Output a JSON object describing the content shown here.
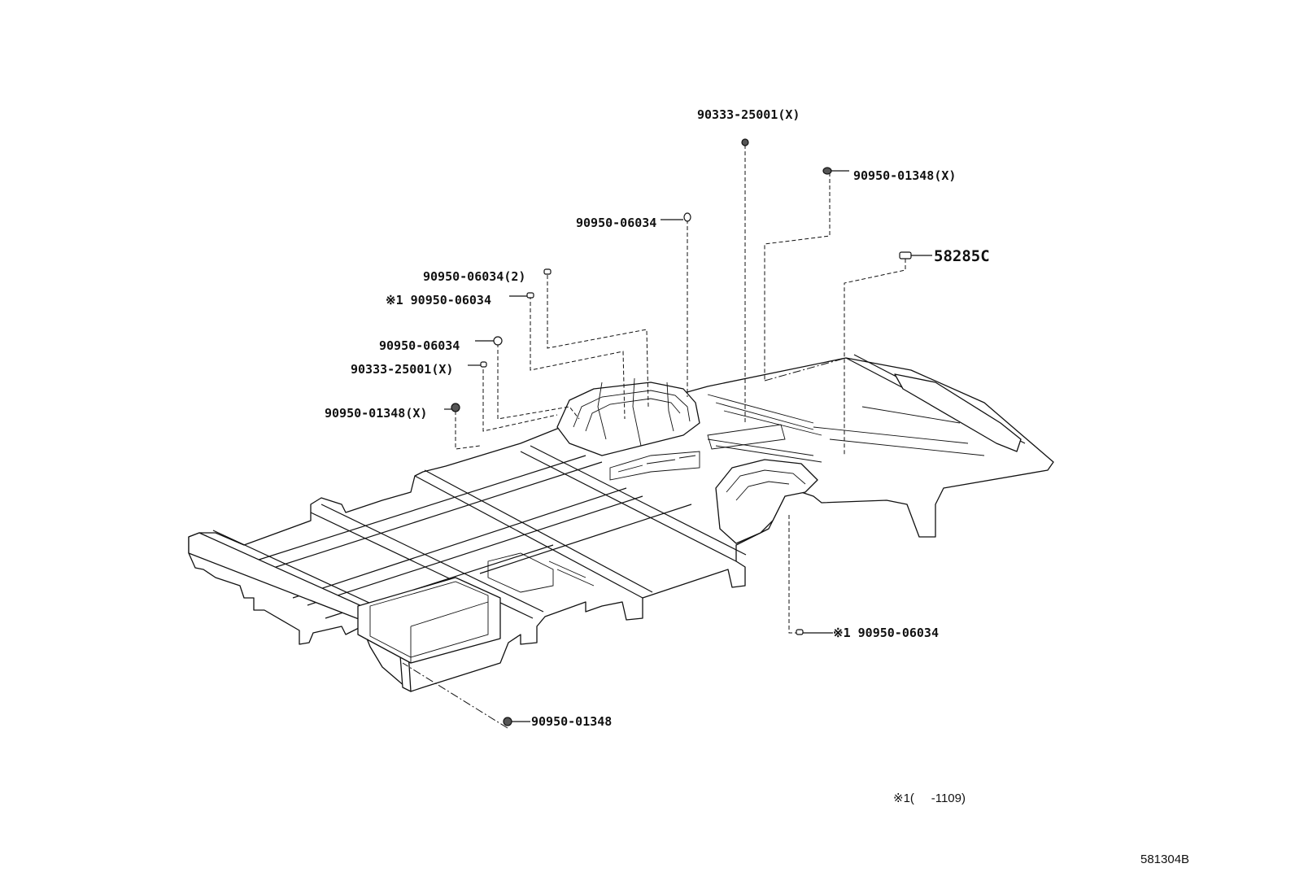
{
  "callouts": [
    {
      "text": "90333-25001(X)"
    },
    {
      "text": "90950-01348(X)"
    },
    {
      "text": "90950-06034"
    },
    {
      "text": "58285C"
    },
    {
      "text": "90950-06034(2)"
    },
    {
      "text": "※1 90950-06034"
    },
    {
      "text": "90950-06034"
    },
    {
      "text": "90333-25001(X)"
    },
    {
      "text": "90950-01348(X)"
    },
    {
      "text": "※1 90950-06034"
    },
    {
      "text": "90950-01348"
    }
  ],
  "footnote": "※1(     -1109)",
  "diagram_code": "581304B"
}
